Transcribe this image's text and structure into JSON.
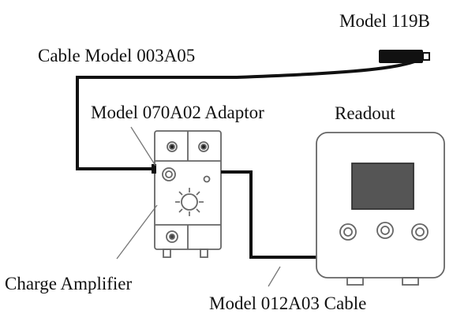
{
  "labels": {
    "sensor": "Model 119B",
    "cable_top": "Cable Model 003A05",
    "adaptor": "Model 070A02 Adaptor",
    "readout": "Readout",
    "amplifier": "Charge Amplifier",
    "cable_bottom": "Model 012A03 Cable"
  },
  "colors": {
    "line": "#111111",
    "device_stroke": "#666666",
    "screen_fill": "#555555"
  }
}
